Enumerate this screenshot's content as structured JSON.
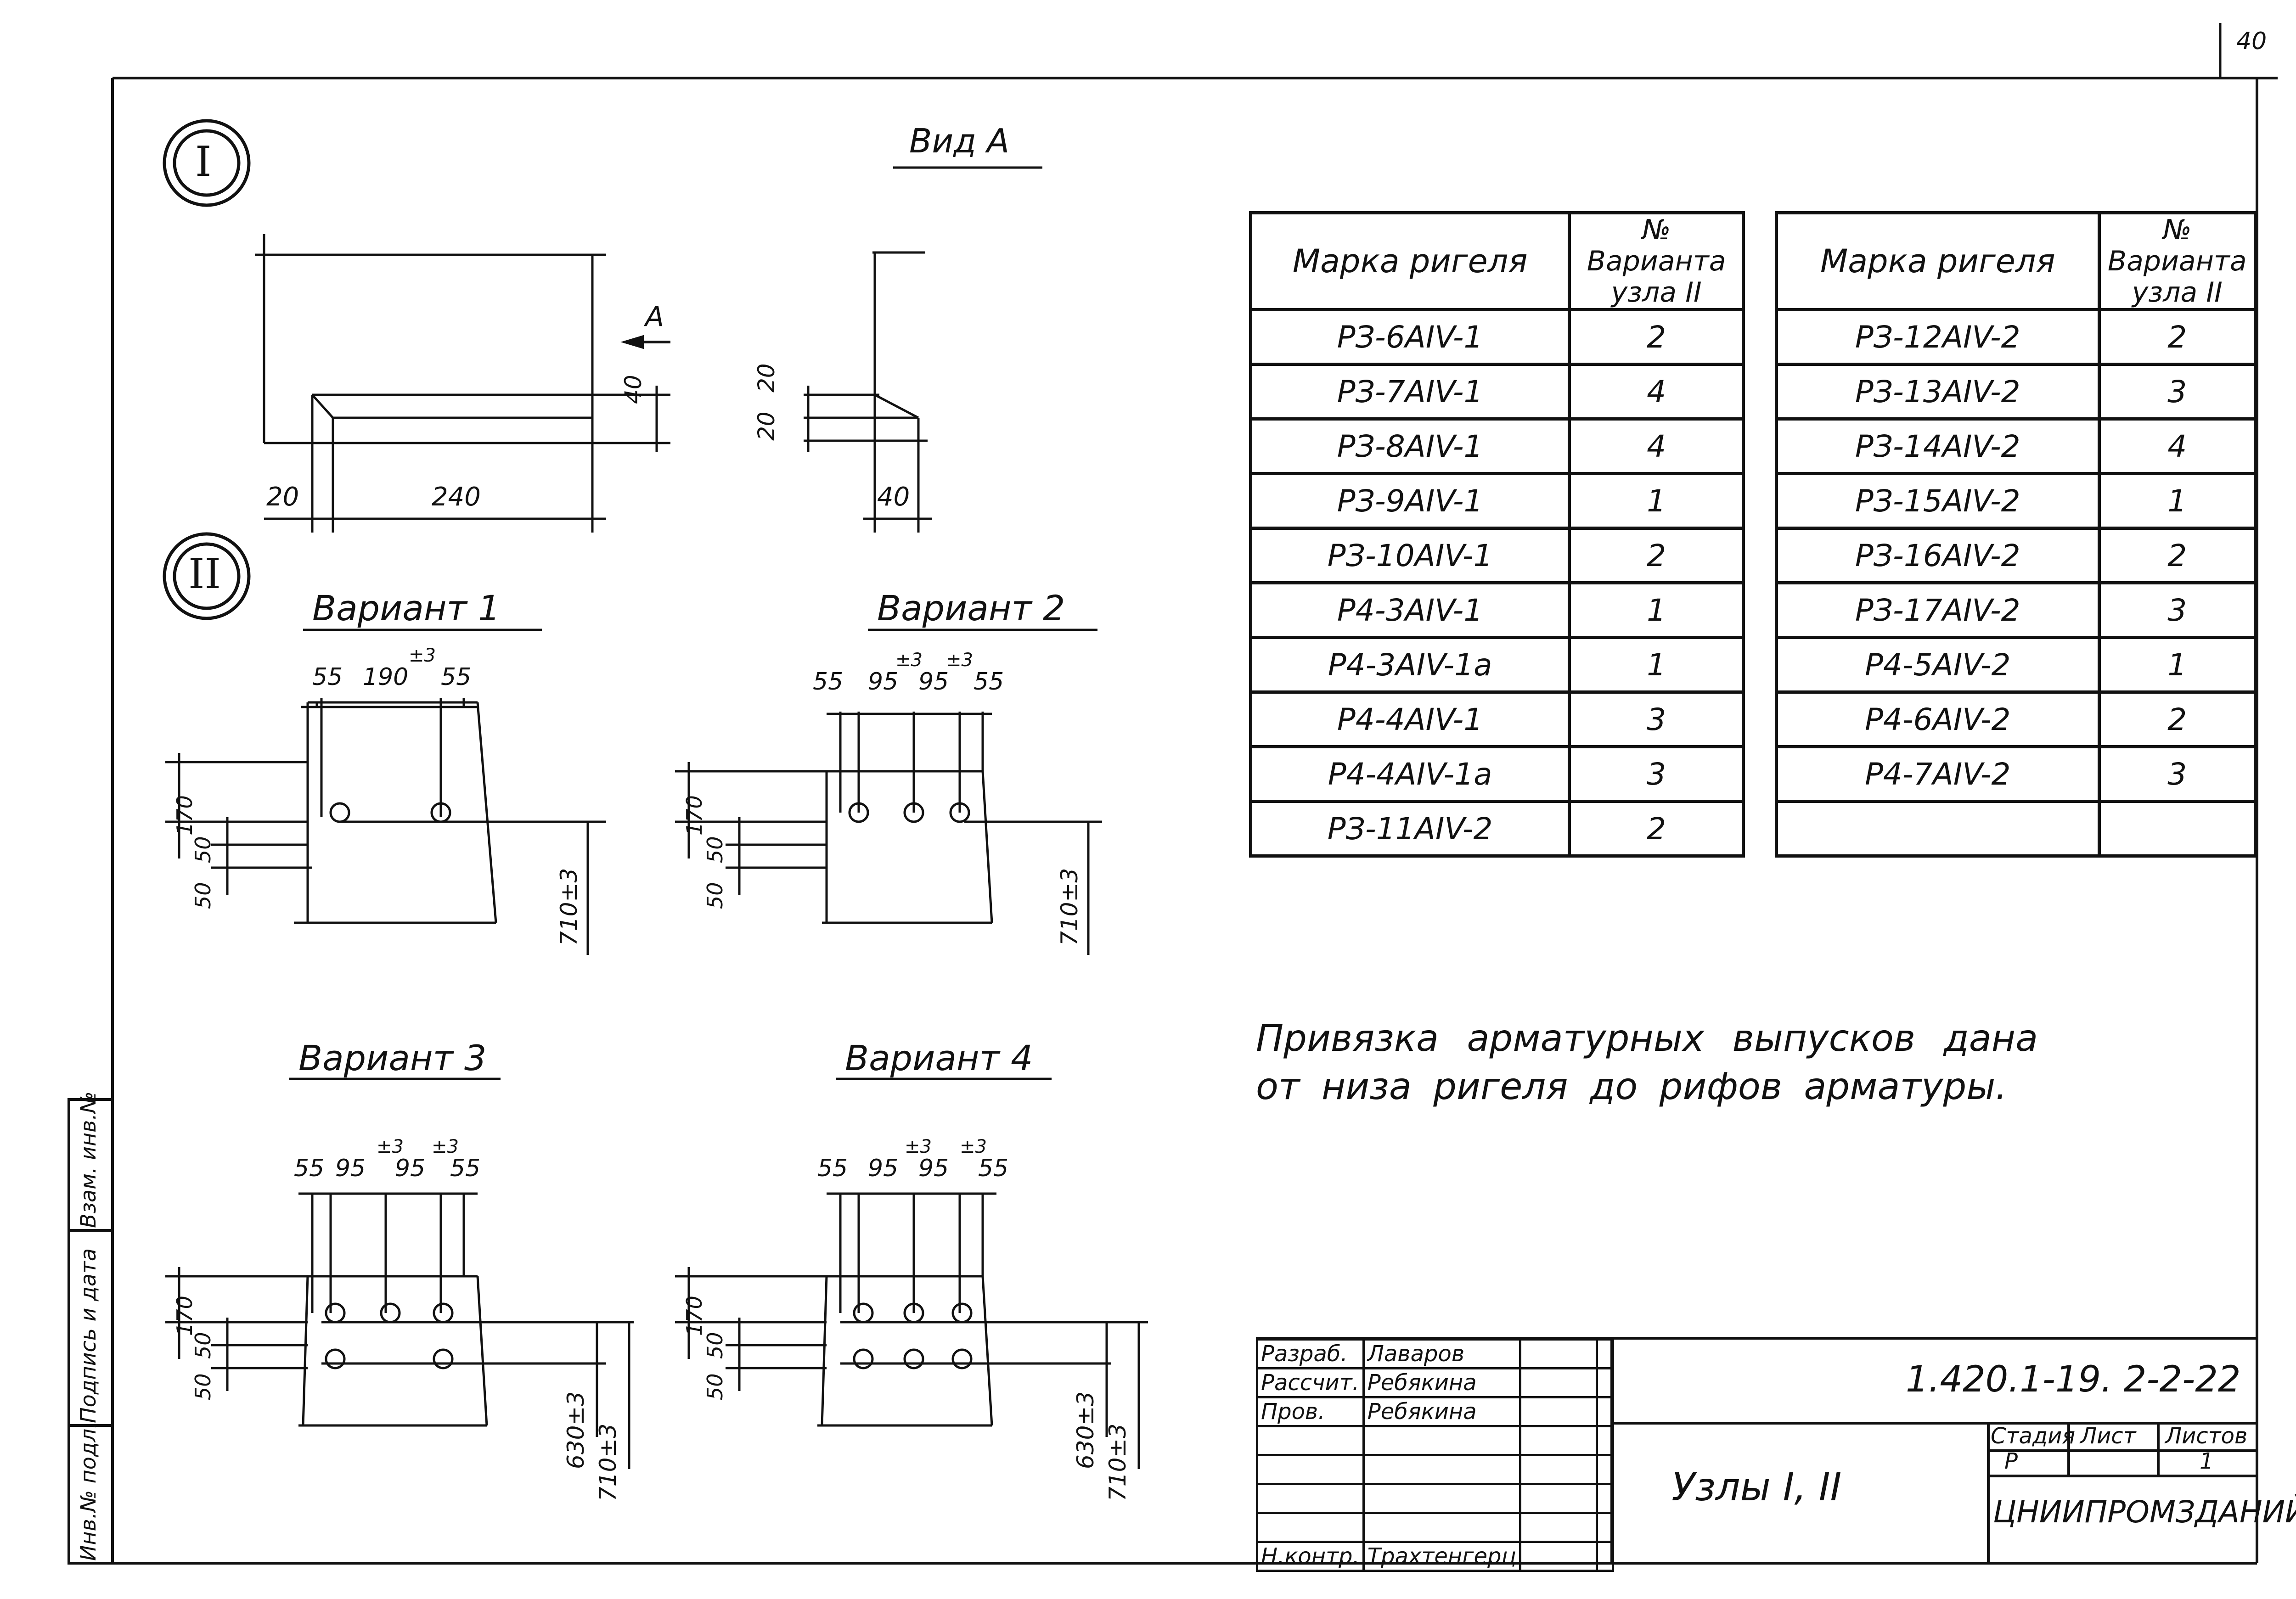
{
  "page_number": "40",
  "node1": {
    "label": "I",
    "view_title": "Вид А",
    "arrow_label": "А",
    "dims_left": [
      "20",
      "240",
      "40"
    ],
    "dims_view": [
      "20",
      "20",
      "40"
    ]
  },
  "node2": {
    "label": "II",
    "variants": [
      {
        "title": "Вариант 1",
        "top_dims": [
          "55",
          "190",
          "±3",
          "55"
        ],
        "side_dims": [
          "170",
          "50",
          "50"
        ],
        "right_dim": "710±3"
      },
      {
        "title": "Вариант 2",
        "top_dims": [
          "55",
          "95",
          "±3",
          "95",
          "±3",
          "55"
        ],
        "side_dims": [
          "170",
          "50",
          "50"
        ],
        "right_dim": "710±3"
      },
      {
        "title": "Вариант 3",
        "top_dims": [
          "55",
          "95",
          "±3",
          "95",
          "±3",
          "55"
        ],
        "side_dims": [
          "170",
          "50",
          "50"
        ],
        "right_dim": [
          "630±3",
          "710±3"
        ]
      },
      {
        "title": "Вариант 4",
        "top_dims": [
          "55",
          "95",
          "±3",
          "95",
          "±3",
          "55"
        ],
        "side_dims": [
          "170",
          "50",
          "50"
        ],
        "right_dim": [
          "630±3",
          "710±3"
        ]
      }
    ]
  },
  "table_left": {
    "headers": [
      "Марка ригеля",
      "№ Варианта узла II"
    ],
    "rows": [
      [
        "РЗ-6АIV-1",
        "2"
      ],
      [
        "РЗ-7АIV-1",
        "4"
      ],
      [
        "РЗ-8АIV-1",
        "4"
      ],
      [
        "РЗ-9АIV-1",
        "1"
      ],
      [
        "РЗ-10АIV-1",
        "2"
      ],
      [
        "Р4-3АIV-1",
        "1"
      ],
      [
        "Р4-3АIV-1а",
        "1"
      ],
      [
        "Р4-4АIV-1",
        "3"
      ],
      [
        "Р4-4АIV-1а",
        "3"
      ],
      [
        "РЗ-11АIV-2",
        "2"
      ]
    ]
  },
  "table_right": {
    "headers": [
      "Марка ригеля",
      "№ Варианта узла II"
    ],
    "rows": [
      [
        "РЗ-12АIV-2",
        "2"
      ],
      [
        "РЗ-13АIV-2",
        "3"
      ],
      [
        "РЗ-14АIV-2",
        "4"
      ],
      [
        "РЗ-15АIV-2",
        "1"
      ],
      [
        "РЗ-16АIV-2",
        "2"
      ],
      [
        "РЗ-17АIV-2",
        "3"
      ],
      [
        "Р4-5АIV-2",
        "1"
      ],
      [
        "Р4-6АIV-2",
        "2"
      ],
      [
        "Р4-7АIV-2",
        "3"
      ],
      [
        "",
        ""
      ]
    ]
  },
  "note": {
    "line1": "Привязка арматурных выпусков дана",
    "line2": "от низа ригеля до рифов арматуры."
  },
  "title_block": {
    "document_code": "1.420.1-19. 2-2-22",
    "title": "Узлы I, II",
    "stage_label": "Стадия",
    "sheet_label": "Лист",
    "sheets_label": "Листов",
    "stage": "Р",
    "sheets": "1",
    "organization": "ЦНИИПРОМЗДАНИЙ",
    "people": [
      {
        "role": "Разраб.",
        "name": "Лаваров"
      },
      {
        "role": "Рассчит.",
        "name": "Ребякина"
      },
      {
        "role": "Пров.",
        "name": "Ребякина"
      },
      {
        "role": "",
        "name": ""
      },
      {
        "role": "",
        "name": ""
      },
      {
        "role": "",
        "name": ""
      },
      {
        "role": "",
        "name": ""
      },
      {
        "role": "Н.контр.",
        "name": "Трахтенгерц"
      }
    ]
  },
  "side_stamp": [
    "Инв.№ подл.",
    "Подпись и дата",
    "Взам. инв.№"
  ]
}
